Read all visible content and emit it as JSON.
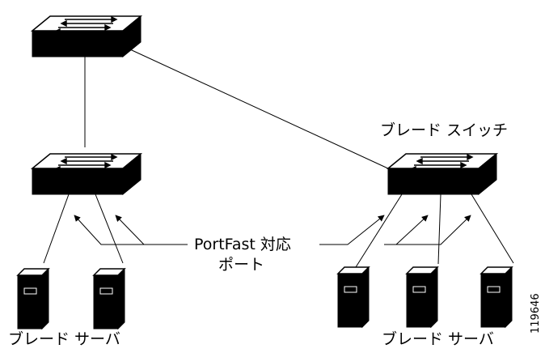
{
  "labels": {
    "blade_switch": "ブレード スイッチ",
    "portfast_line1": "PortFast 対応",
    "portfast_line2": "ポート",
    "blade_servers_left": "ブレード サーバ",
    "blade_servers_right": "ブレード サーバ",
    "figure_id": "119646"
  },
  "nodes": {
    "switches": [
      "switch-top",
      "switch-mid-left",
      "switch-blade"
    ],
    "servers_left_count": 2,
    "servers_right_count": 3
  }
}
